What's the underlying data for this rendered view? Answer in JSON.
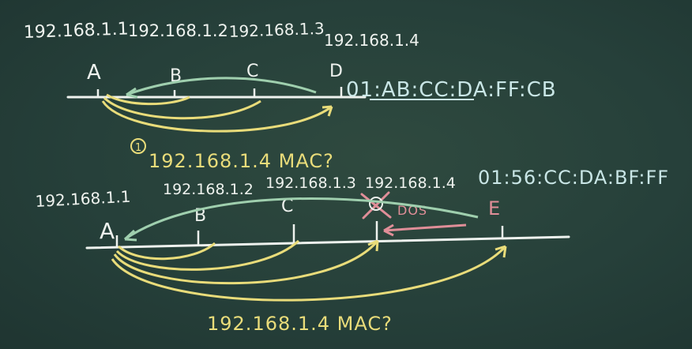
{
  "top_diagram": {
    "ips": [
      "192.168.1.1",
      "192.168.1.2",
      "192.168.1.3",
      "192.168.1.4"
    ],
    "nodes": [
      "A",
      "B",
      "C",
      "D"
    ],
    "mac_d": "01:AB:CC:DA:FF:CB",
    "step_marker": "1",
    "query": "192.168.1.4 MAC?"
  },
  "bottom_diagram": {
    "ips": [
      "192.168.1.1",
      "192.168.1.2",
      "192.168.1.3",
      "192.168.1.4"
    ],
    "nodes": [
      "A",
      "B",
      "C",
      "E"
    ],
    "mac_e": "01:56:CC:DA:BF:FF",
    "dos_label": "DOS",
    "query": "192.168.1.4 MAC?"
  },
  "colors": {
    "board": "#26403a",
    "chalk_white": "#eef2ee",
    "chalk_yellow": "#e9dc7a",
    "chalk_green": "#9fcfae",
    "chalk_pink": "#e08e98",
    "chalk_cyan": "#c9e6e6"
  }
}
